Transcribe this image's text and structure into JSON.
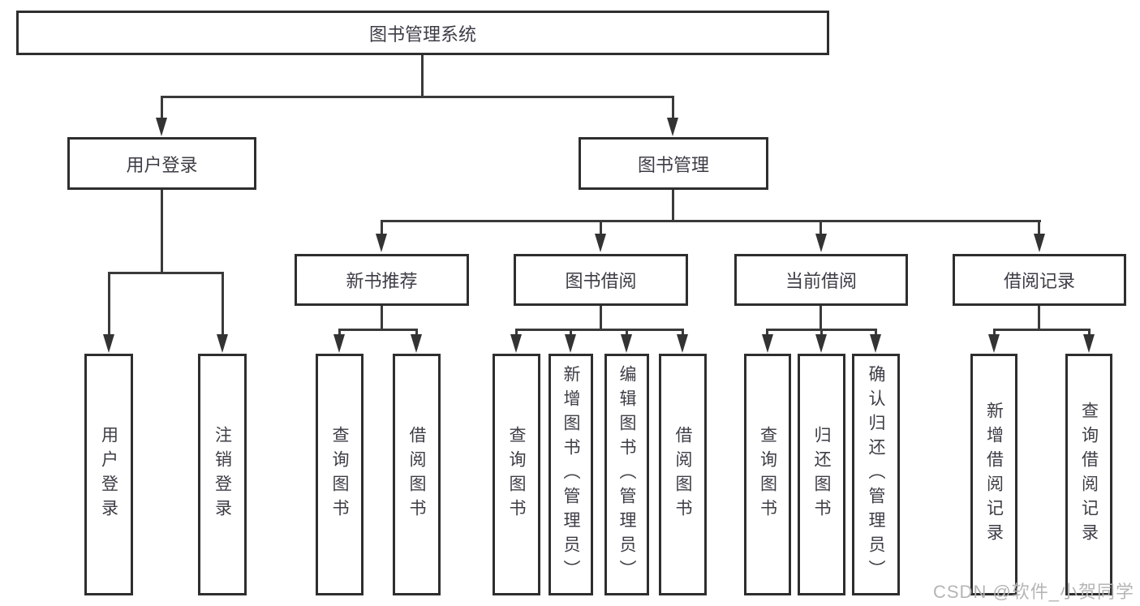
{
  "diagram": {
    "title": "图书管理系统",
    "root": {
      "label": "图书管理系统"
    },
    "branches": [
      {
        "label": "用户登录",
        "children": [
          {
            "label": "用户登录"
          },
          {
            "label": "注销登录"
          }
        ]
      },
      {
        "label": "图书管理",
        "children": [
          {
            "label": "新书推荐",
            "children": [
              {
                "label": "查询图书"
              },
              {
                "label": "借阅图书"
              }
            ]
          },
          {
            "label": "图书借阅",
            "children": [
              {
                "label": "查询图书"
              },
              {
                "label": "新增图书（管理员）"
              },
              {
                "label": "编辑图书（管理员）"
              },
              {
                "label": "借阅图书"
              }
            ]
          },
          {
            "label": "当前借阅",
            "children": [
              {
                "label": "查询图书"
              },
              {
                "label": "归还图书"
              },
              {
                "label": "确认归还（管理员）"
              }
            ]
          },
          {
            "label": "借阅记录",
            "children": [
              {
                "label": "新增借阅记录"
              },
              {
                "label": "查询借阅记录"
              }
            ]
          }
        ]
      }
    ]
  },
  "watermark": {
    "text": "CSDN @软件_小贺同学"
  },
  "colors": {
    "background": "#ffffff",
    "line": "#3a3a3a",
    "box_border": "#2e2e2e",
    "text": "#3d3d46",
    "watermark": "#b5b5b5"
  }
}
